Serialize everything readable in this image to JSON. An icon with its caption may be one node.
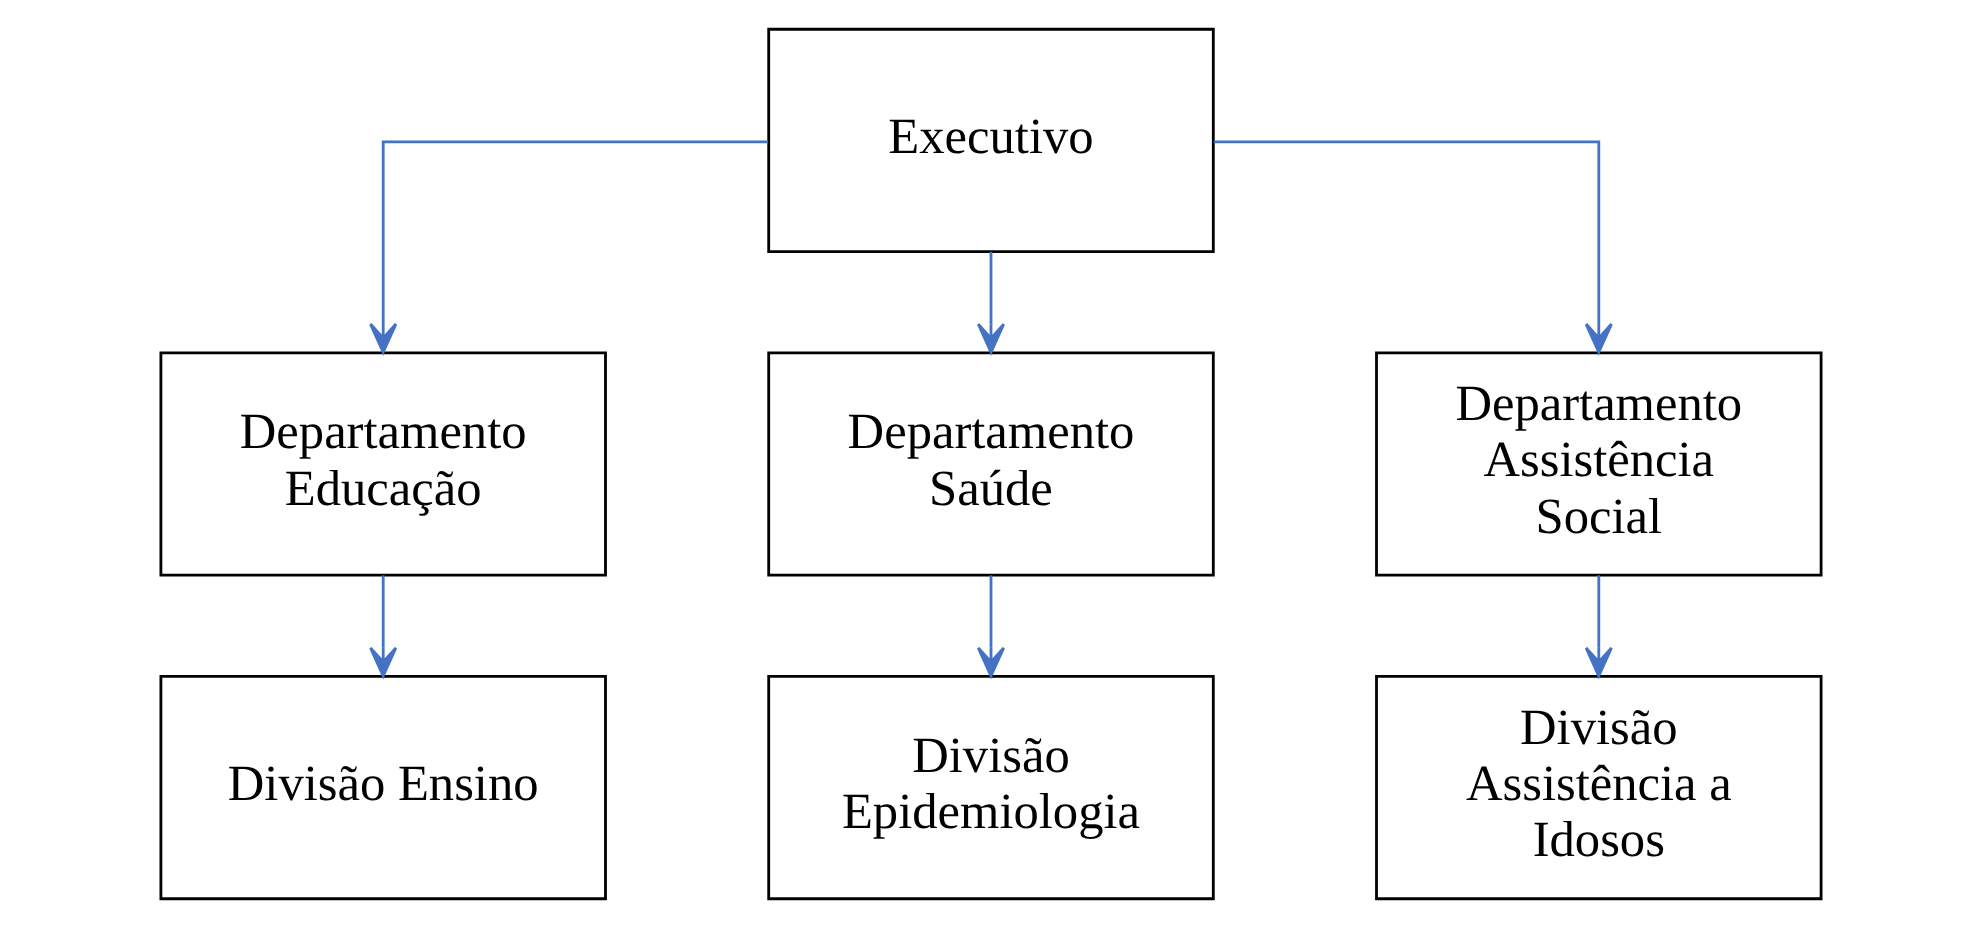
{
  "diagram": {
    "nodes": [
      {
        "text": [
          "Executivo"
        ]
      },
      {
        "text": [
          "Departamento Educação"
        ]
      },
      {
        "text": [
          "Departamento Saúde"
        ]
      },
      {
        "text": [
          "Departamento Assistência Social"
        ]
      },
      {
        "text": [
          "Divisão Ensino"
        ]
      },
      {
        "text": [
          "Divisão Epidemiologia"
        ]
      },
      {
        "text": [
          "Divisão Assistência a Idosos"
        ]
      }
    ],
    "edges": [
      {
        "from": 0,
        "to": 1,
        "arrow": "to",
        "color": "#4472c4"
      },
      {
        "from": 0,
        "to": 2,
        "arrow": "to",
        "color": "#4472c4"
      },
      {
        "from": 0,
        "to": 3,
        "arrow": "to",
        "color": "#4472c4"
      },
      {
        "from": 1,
        "to": 4,
        "arrow": "to",
        "color": "#4472c4"
      },
      {
        "from": 2,
        "to": 5,
        "arrow": "to",
        "color": "#4472c4"
      },
      {
        "from": 3,
        "to": 6,
        "arrow": "to",
        "color": "#4472c4"
      }
    ]
  }
}
